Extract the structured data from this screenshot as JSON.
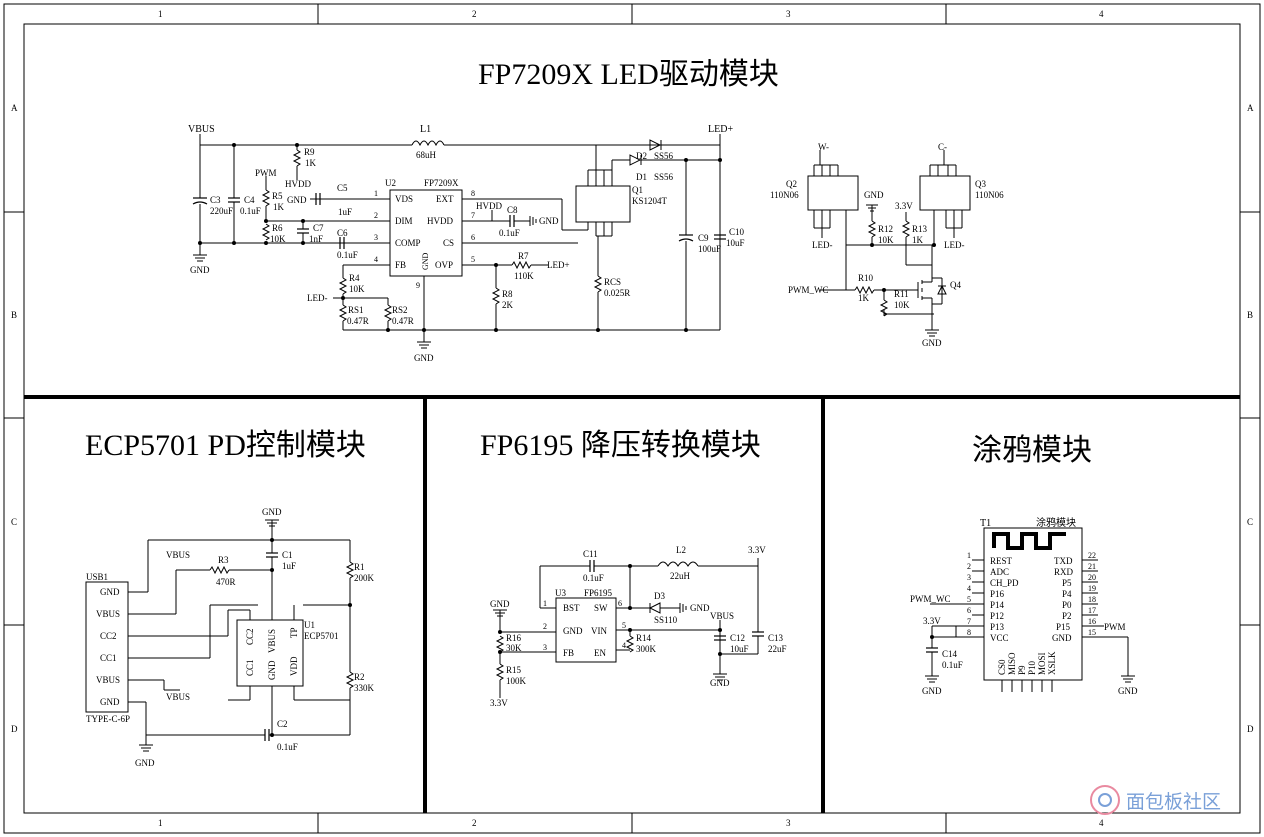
{
  "frame": {
    "col_labels": [
      "1",
      "2",
      "3",
      "4"
    ],
    "row_labels": [
      "A",
      "B",
      "C",
      "D"
    ]
  },
  "led": {
    "title": "FP7209X  LED驱动模块",
    "labels": {
      "vbus": "VBUS",
      "l1": "L1",
      "l1v": "68uH",
      "ledp": "LED+",
      "r9": "R9",
      "r9v": "1K",
      "hvdd": "HVDD",
      "c5": "C5",
      "c5v": "1uF",
      "u2": "U2",
      "u2p": "FP7209X",
      "vds": "VDS",
      "dim": "DIM",
      "comp": "COMP",
      "fb": "FB",
      "ext": "EXT",
      "hvdd_pin": "HVDD",
      "cs": "CS",
      "ovp": "OVP",
      "gnd_pin": "GND",
      "pwm": "PWM",
      "r5": "R5",
      "r5v": "1K",
      "c3": "C3",
      "c3v": "220uF",
      "c4": "C4",
      "c4v": "0.1uF",
      "r6": "R6",
      "r6v": "10K",
      "c7": "C7",
      "c7v": "1nF",
      "c6": "C6",
      "c6v": "0.1uF",
      "gnd": "GND",
      "gnd2": "GND",
      "gnd3": "GND",
      "gnd4": "GND",
      "r4": "R4",
      "r4v": "10K",
      "ledm": "LED-",
      "rs1": "RS1",
      "rs1v": "0.47R",
      "rs2": "RS2",
      "rs2v": "0.47R",
      "hvdd2": "HVDD",
      "c8": "C8",
      "c8v": "0.1uF",
      "r7": "R7",
      "r7v": "110K",
      "ledp2": "LED+",
      "r8": "R8",
      "r8v": "2K",
      "q1": "Q1",
      "q1p": "KS1204T",
      "d2": "D2",
      "d2p": "SS56",
      "d1": "D1",
      "d1p": "SS56",
      "rcs": "RCS",
      "rcsv": "0.025R",
      "c9": "C9",
      "c9v": "100uF",
      "c10": "C10",
      "c10v": "10uF",
      "p1": "1",
      "p2": "2",
      "p3": "3",
      "p4": "4",
      "p5": "5",
      "p6": "6",
      "p7": "7",
      "p8": "8",
      "p9": "9"
    }
  },
  "mos": {
    "labels": {
      "wm": "W-",
      "q2": "Q2",
      "q2p": "110N06",
      "gnd": "GND",
      "ledm": "LED-",
      "r12": "R12",
      "r12v": "10K",
      "v33": "3.3V",
      "r13": "R13",
      "r13v": "1K",
      "cm": "C-",
      "q3": "Q3",
      "q3p": "110N06",
      "ledm2": "LED-",
      "pwmwc": "PWM_WC",
      "r10": "R10",
      "r10v": "1K",
      "r11": "R11",
      "r11v": "10K",
      "q4": "Q4",
      "gnd2": "GND"
    }
  },
  "pd": {
    "title": "ECP5701  PD控制模块",
    "labels": {
      "usb1": "USB1",
      "gnd": "GND",
      "vbus": "VBUS",
      "cc2": "CC2",
      "cc1": "CC1",
      "vbus2": "VBUS",
      "gnd2": "GND",
      "type": "TYPE-C-6P",
      "vbusnet": "VBUS",
      "vbusnet2": "VBUS",
      "r3": "R3",
      "r3v": "470R",
      "gndtop": "GND",
      "c1": "C1",
      "c1v": "1uF",
      "r1": "R1",
      "r1v": "200K",
      "u1": "U1",
      "u1p": "ECP5701",
      "ucc2": "CC2",
      "ucc1": "CC1",
      "ugnd": "GND",
      "uvbus": "VBUS",
      "utp": "TP",
      "uvdd": "VDD",
      "r2": "R2",
      "r2v": "330K",
      "c2": "C2",
      "c2v": "0.1uF",
      "gndbot": "GND"
    }
  },
  "buck": {
    "title": "FP6195  降压转换模块",
    "labels": {
      "c11": "C11",
      "c11v": "0.1uF",
      "l2": "L2",
      "l2v": "22uH",
      "v33": "3.3V",
      "u3": "U3",
      "u3p": "FP6195",
      "bst": "BST",
      "sw": "SW",
      "gnd_pin": "GND",
      "vin": "VIN",
      "fb": "FB",
      "en": "EN",
      "gnd": "GND",
      "r16": "R16",
      "r16v": "30K",
      "r15": "R15",
      "r15v": "100K",
      "v33b": "3.3V",
      "d3": "D3",
      "d3p": "SS110",
      "gnd2": "GND",
      "vbus": "VBUS",
      "r14": "R14",
      "r14v": "300K",
      "c12": "C12",
      "c12v": "10uF",
      "c13": "C13",
      "c13v": "22uF",
      "gnd3": "GND"
    }
  },
  "tuya": {
    "title": "涂鸦模块",
    "labels": {
      "t1": "T1",
      "name": "涂鸦模块",
      "rest": "REST",
      "adc": "ADC",
      "chpd": "CH_PD",
      "p16": "P16",
      "p14": "P14",
      "p12": "P12",
      "p13": "P13",
      "vcc": "VCC",
      "txd": "TXD",
      "rxd": "RXD",
      "p5": "P5",
      "p4": "P4",
      "p0": "P0",
      "p2": "P2",
      "p15": "P15",
      "gnd_pin": "GND",
      "cs0": "CS0",
      "miso": "MISO",
      "p9": "P9",
      "p10": "P10",
      "mosi": "MOSI",
      "xslk": "XSLK",
      "pwmwc": "PWM_WC",
      "v33": "3.3V",
      "c14": "C14",
      "c14v": "0.1uF",
      "gnd": "GND",
      "pwm": "PWM",
      "gnd2": "GND"
    }
  },
  "watermark": "面包板社区"
}
